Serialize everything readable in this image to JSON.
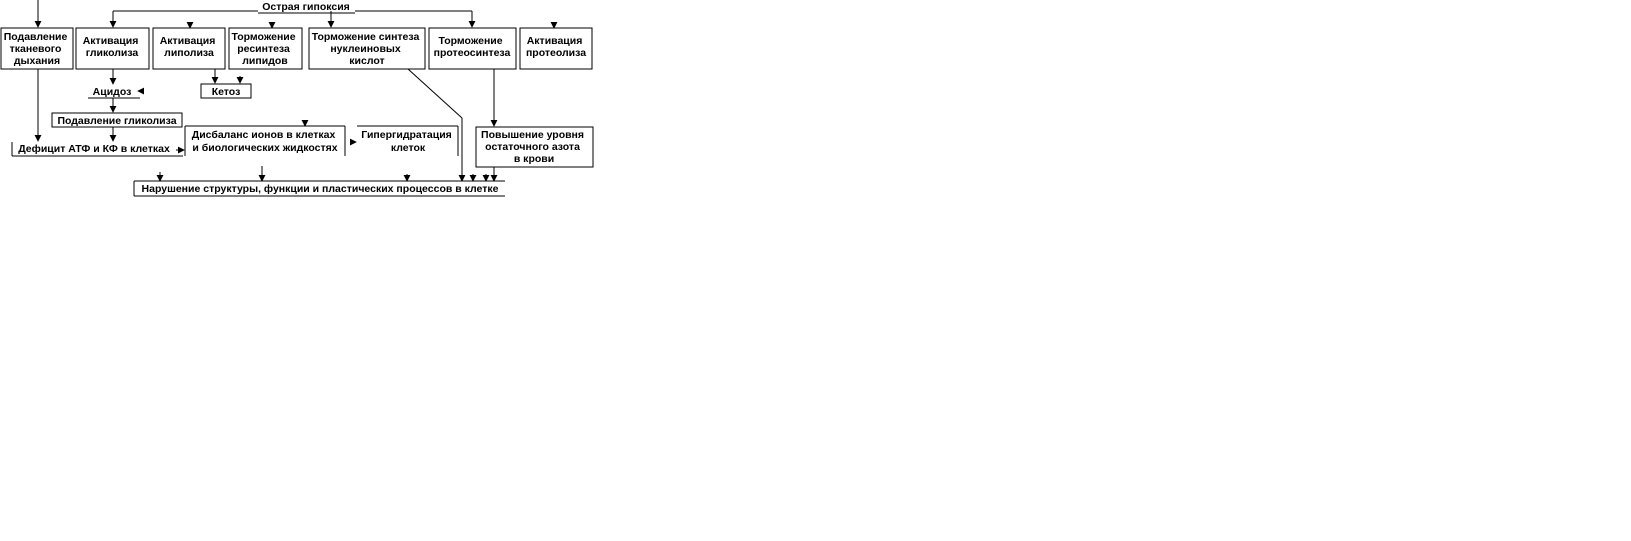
{
  "nodes": {
    "acute_hypoxia": "Острая гипоксия",
    "tissue_respiration_suppression": [
      "Подавление",
      "тканевого",
      "дыхания"
    ],
    "glycolysis_activation": [
      "Активация",
      "гликолиза"
    ],
    "lipolysis_activation": [
      "Активация",
      "липолиза"
    ],
    "lipid_resynthesis_inhibition": [
      "Торможение",
      "ресинтеза",
      "липидов"
    ],
    "nucleic_synthesis_inhibition": [
      "Торможение синтеза",
      "нуклеиновых",
      "кислот"
    ],
    "proteosynthesis_inhibition": [
      "Торможение",
      "протеосинтеза"
    ],
    "proteolysis_activation": [
      "Активация",
      "протеолиза"
    ],
    "acidosis": "Ацидоз",
    "ketosis": "Кетоз",
    "glycolysis_suppression": "Подавление гликолиза",
    "ion_imbalance": [
      "Дисбаланс ионов в клетках",
      "и биологических жидкостях"
    ],
    "hyperhydration": [
      "Гипергидратация",
      "клеток"
    ],
    "residual_nitrogen_increase": [
      "Повышение уровня",
      "остаточного азота",
      "в крови"
    ],
    "atp_deficit": "Дефицит АТФ и КФ в клетках",
    "cell_disruption": "Нарушение структуры, функции и пластических процессов в клетке"
  }
}
